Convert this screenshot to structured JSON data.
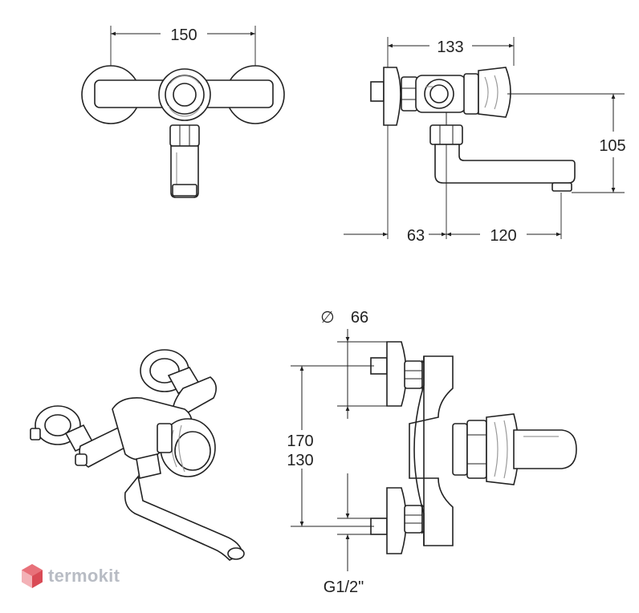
{
  "dimensions": {
    "top_width": "150",
    "side_length": "133",
    "side_height": "105",
    "side_wall_offset": "63",
    "side_spout_reach": "120",
    "flange_diameter": "66",
    "inlet_spacing_max": "170",
    "inlet_spacing_min": "130",
    "thread": "G1/2\""
  },
  "symbols": {
    "diameter": "∅"
  },
  "watermark": {
    "text": "termokit",
    "logo_colors": [
      "#e8717a",
      "#f3b1b6",
      "#d94a55"
    ],
    "text_color": "#b8bcc4"
  },
  "icons": {
    "logo": "hexagon-cube-icon"
  }
}
